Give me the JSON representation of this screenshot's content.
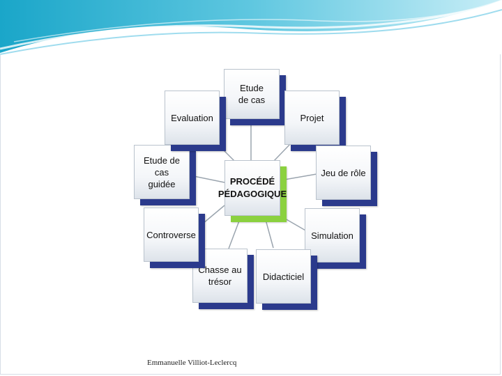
{
  "diagram": {
    "center": {
      "label": "PROCÉDÉ\nPÉDAGOGIQUE"
    },
    "nodes": [
      {
        "id": "etude-de-cas",
        "label": "Etude\nde cas"
      },
      {
        "id": "projet",
        "label": "Projet"
      },
      {
        "id": "jeu-de-role",
        "label": "Jeu de rôle"
      },
      {
        "id": "simulation",
        "label": "Simulation"
      },
      {
        "id": "didacticiel",
        "label": "Didacticiel"
      },
      {
        "id": "chasse-au-tresor",
        "label": "Chasse au\ntrésor"
      },
      {
        "id": "controverse",
        "label": "Controverse"
      },
      {
        "id": "etude-de-cas-guidee",
        "label": "Etude de\ncas\nguidée"
      },
      {
        "id": "evaluation",
        "label": "Evaluation"
      }
    ]
  },
  "footer": {
    "author": "Emmanuelle Villiot-Leclercq"
  }
}
